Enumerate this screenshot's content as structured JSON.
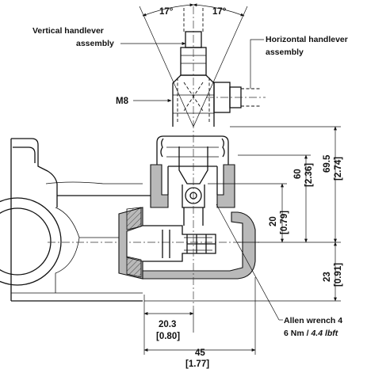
{
  "angles": {
    "left": "17°",
    "right": "17°"
  },
  "callouts": {
    "vertical_line1": "Vertical handlever",
    "vertical_line2": "assembly",
    "horizontal_line1": "Horizontal handlever",
    "horizontal_line2": "assembly",
    "thread": "M8",
    "wrench_line1": "Allen wrench 4",
    "wrench_line2_value": "6 Nm / ",
    "wrench_line2_imperial": "4.4 lbft"
  },
  "dimensions": {
    "d20_3": {
      "mm": "20.3",
      "in": "[0.80]"
    },
    "d45": {
      "mm": "45",
      "in": "[1.77]"
    },
    "d20": {
      "mm": "20",
      "in": "[0.79]"
    },
    "d60": {
      "mm": "60",
      "in": "[2.36]"
    },
    "d69_5": {
      "mm": "69.5",
      "in": "[2.74]"
    },
    "d23": {
      "mm": "23",
      "in": "[0.91]"
    }
  }
}
